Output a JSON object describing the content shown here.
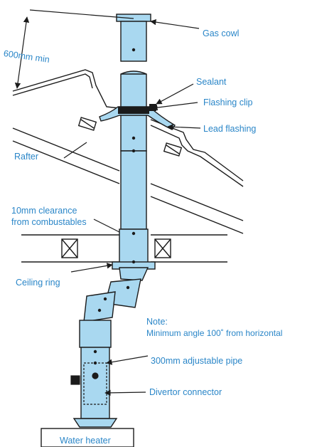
{
  "labels": {
    "dimension": "600mm min",
    "gas_cowl": "Gas cowl",
    "sealant": "Sealant",
    "flashing_clip": "Flashing clip",
    "lead_flashing": "Lead flashing",
    "rafter": "Rafter",
    "clearance_line1": "10mm clearance",
    "clearance_line2": "from combustables",
    "ceiling_ring": "Ceiling ring",
    "note_title": "Note:",
    "note_text": "Minimum angle 100˚ from horizontal",
    "adjustable_pipe": "300mm adjustable pipe",
    "divertor_connector": "Divertor connector",
    "water_heater": "Water heater"
  },
  "colors": {
    "pipe_fill": "#a9d8f0",
    "outline": "#1b1b1b",
    "label_text": "#2a86c8"
  }
}
